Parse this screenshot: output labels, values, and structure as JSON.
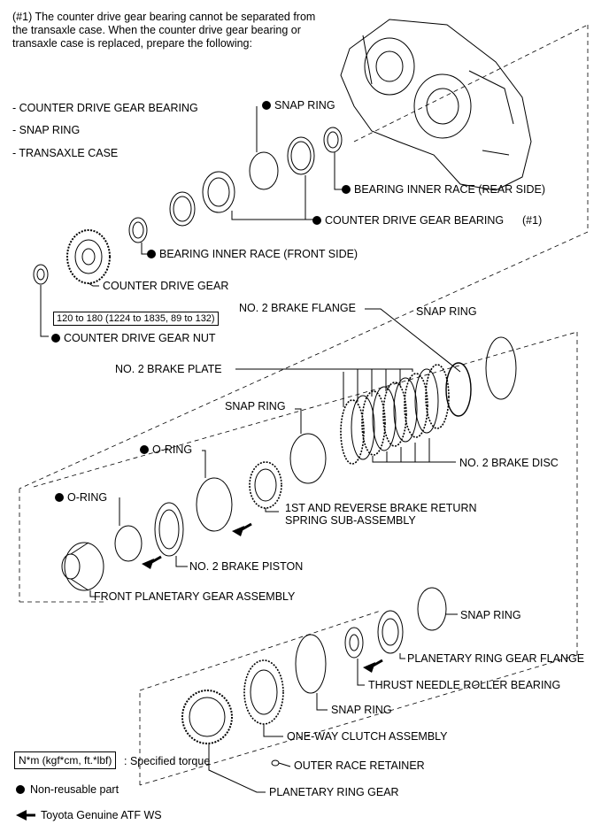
{
  "note": {
    "lines": [
      "(#1) The counter drive gear bearing cannot be separated from",
      "the transaxle case. When the counter drive gear bearing or",
      "transaxle case is replaced, prepare the following:"
    ],
    "prepare_items": [
      "- COUNTER DRIVE GEAR BEARING",
      "- SNAP RING",
      "- TRANSAXLE CASE"
    ]
  },
  "labels": {
    "snap_ring_top": "SNAP RING",
    "bearing_inner_race_rear": "BEARING INNER RACE (REAR SIDE)",
    "counter_drive_gear_bearing": "COUNTER DRIVE GEAR BEARING",
    "ref_1": "(#1)",
    "bearing_inner_race_front": "BEARING INNER RACE (FRONT SIDE)",
    "counter_drive_gear": "COUNTER DRIVE GEAR",
    "counter_drive_gear_nut": "COUNTER DRIVE GEAR NUT",
    "no2_brake_flange": "NO. 2 BRAKE FLANGE",
    "snap_ring_right": "SNAP RING",
    "no2_brake_plate": "NO. 2 BRAKE PLATE",
    "snap_ring_mid": "SNAP RING",
    "o_ring_upper": "O-RING",
    "no2_brake_disc": "NO. 2 BRAKE DISC",
    "o_ring_lower": "O-RING",
    "return_spring_line1": "1ST AND REVERSE BRAKE RETURN",
    "return_spring_line2": "SPRING SUB-ASSEMBLY",
    "no2_brake_piston": "NO. 2 BRAKE PISTON",
    "front_planetary": "FRONT PLANETARY GEAR ASSEMBLY",
    "snap_ring_lower_right": "SNAP RING",
    "planetary_ring_gear_flange": "PLANETARY RING GEAR FLANGE",
    "thrust_needle_roller_bearing": "THRUST NEEDLE ROLLER BEARING",
    "snap_ring_bottom": "SNAP RING",
    "one_way_clutch": "ONE-WAY CLUTCH ASSEMBLY",
    "outer_race_retainer": "OUTER RACE RETAINER",
    "planetary_ring_gear": "PLANETARY RING GEAR"
  },
  "torque_value": "120 to 180 (1224 to 1835, 89 to 132)",
  "legend": {
    "torque_box": "N*m (kgf*cm, ft.*lbf)",
    "torque_text": ": Specified torque",
    "non_reusable": "Non-reusable part",
    "atf": "Toyota Genuine ATF WS"
  }
}
